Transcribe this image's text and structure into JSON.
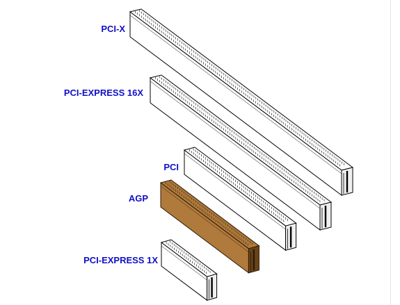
{
  "diagram": {
    "label_color": "#1010c8",
    "slots": [
      {
        "id": "pcix",
        "label": "PCI-X",
        "fill": "#ffffff",
        "dark_fill": "#efefef",
        "stroke": "#000000"
      },
      {
        "id": "pcie16",
        "label": "PCI-EXPRESS 16X",
        "fill": "#ffffff",
        "dark_fill": "#efefef",
        "stroke": "#000000"
      },
      {
        "id": "pci",
        "label": "PCI",
        "fill": "#ffffff",
        "dark_fill": "#efefef",
        "stroke": "#000000"
      },
      {
        "id": "agp",
        "label": "AGP",
        "fill": "#b07a3c",
        "dark_fill": "#6b4316",
        "stroke": "#2a1a08"
      },
      {
        "id": "pcie1",
        "label": "PCI-EXPRESS 1X",
        "fill": "#ffffff",
        "dark_fill": "#efefef",
        "stroke": "#000000"
      }
    ]
  }
}
